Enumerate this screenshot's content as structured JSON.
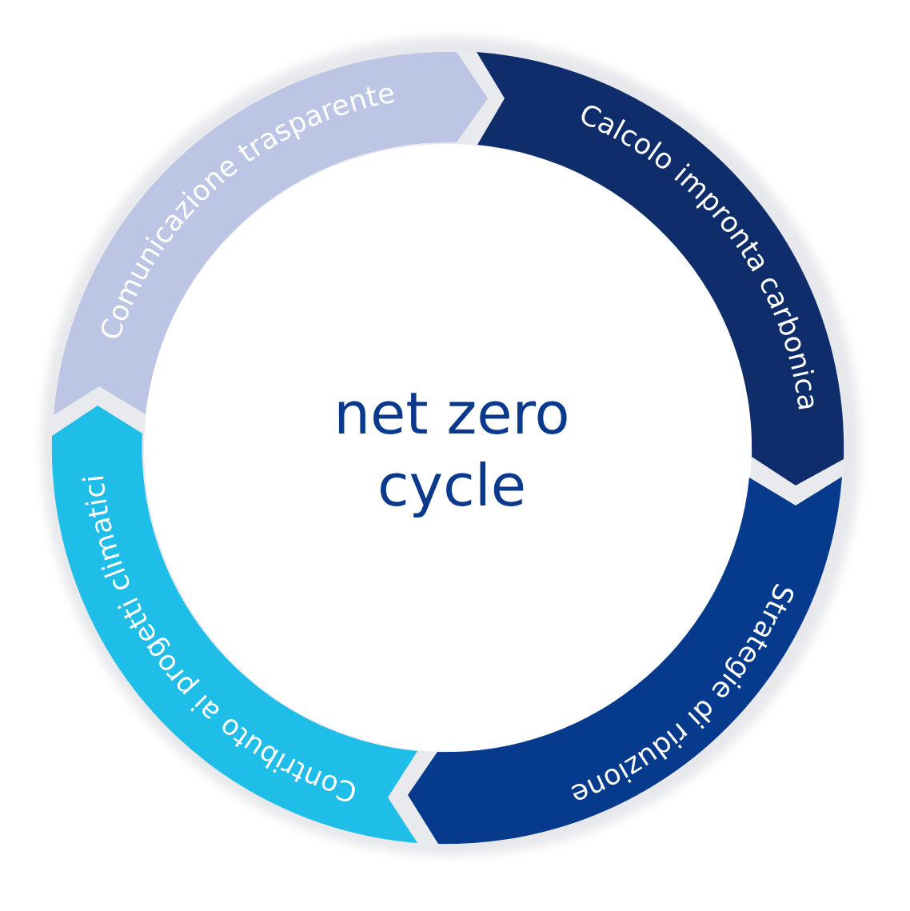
{
  "diagram": {
    "center": {
      "line1": "net zero",
      "line2": "cycle",
      "color": "#0b3a8d"
    },
    "segments": [
      {
        "label": "Calcolo impronta carbonica",
        "color": "#0f2d6b"
      },
      {
        "label": "Strategie di riduzione",
        "color": "#053a8c"
      },
      {
        "label": "Contributo ai progetti climatici",
        "color": "#1fbee8"
      },
      {
        "label": "Comunicazione trasparente",
        "color": "#bcc6e4"
      }
    ],
    "ring_background_color": "#e9eaee"
  }
}
